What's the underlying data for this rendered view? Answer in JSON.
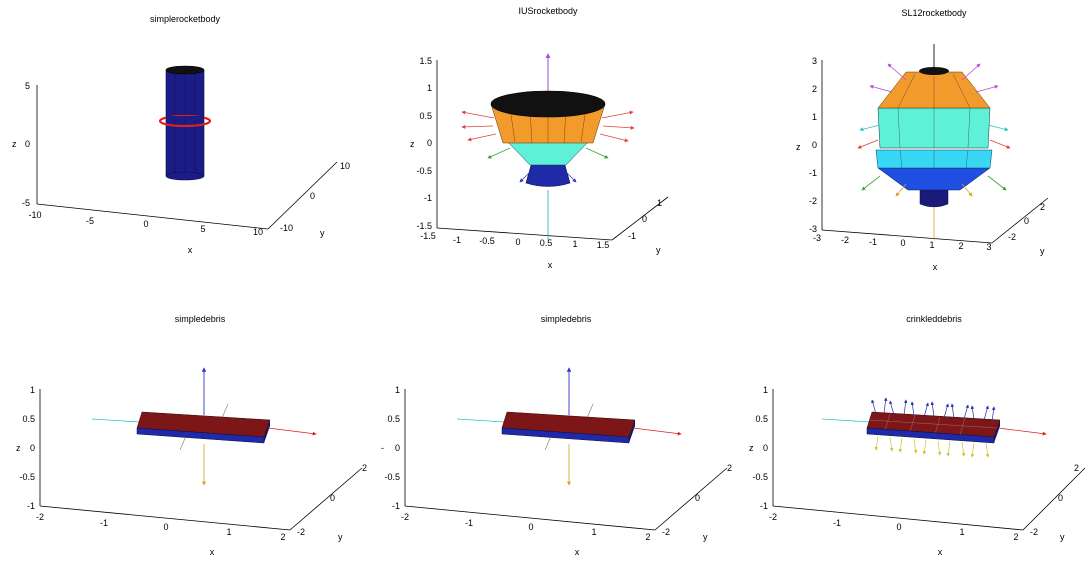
{
  "figure": {
    "panels": [
      {
        "title": "simplerocketbody",
        "xlabel": "x",
        "ylabel": "y",
        "zlabel": "z",
        "zticks": [
          "5",
          "0",
          "-5"
        ],
        "xticks": [
          "-10",
          "-5",
          "0",
          "5",
          "10"
        ],
        "yticks": [
          "-10",
          "0",
          "10"
        ]
      },
      {
        "title": "IUSrocketbody",
        "xlabel": "x",
        "ylabel": "y",
        "zlabel": "z",
        "zticks": [
          "1.5",
          "1",
          "0.5",
          "0",
          "-0.5",
          "-1",
          "-1.5"
        ],
        "xticks": [
          "-1.5",
          "-1",
          "-0.5",
          "0",
          "0.5",
          "1",
          "1.5"
        ],
        "yticks": [
          "-1",
          "0",
          "1"
        ]
      },
      {
        "title": "SL12rocketbody",
        "xlabel": "x",
        "ylabel": "y",
        "zlabel": "z",
        "zticks": [
          "3",
          "2",
          "1",
          "0",
          "-1",
          "-2",
          "-3"
        ],
        "xticks": [
          "-3",
          "-2",
          "-1",
          "0",
          "1",
          "2",
          "3"
        ],
        "yticks": [
          "-2",
          "0",
          "2"
        ]
      },
      {
        "title": "simpledebris",
        "xlabel": "x",
        "ylabel": "y",
        "zlabel": "z",
        "zticks": [
          "1",
          "0.5",
          "0",
          "-0.5",
          "-1"
        ],
        "xticks": [
          "-2",
          "-1",
          "0",
          "1",
          "2"
        ],
        "yticks": [
          "-2",
          "0",
          "2"
        ]
      },
      {
        "title": "simpledebris",
        "xlabel": "x",
        "ylabel": "y",
        "zlabel": "-",
        "zticks": [
          "1",
          "0.5",
          "0",
          "-0.5",
          "-1"
        ],
        "xticks": [
          "-2",
          "-1",
          "0",
          "1",
          "2"
        ],
        "yticks": [
          "-2",
          "0",
          "2"
        ]
      },
      {
        "title": "crinkleddebris",
        "xlabel": "x",
        "ylabel": "y",
        "zlabel": "z",
        "zticks": [
          "1",
          "0.5",
          "0",
          "-0.5",
          "-1"
        ],
        "xticks": [
          "-2",
          "-1",
          "0",
          "1",
          "2"
        ],
        "yticks": [
          "-2",
          "0",
          "2"
        ]
      }
    ],
    "colors": {
      "navy": "#1a1a7a",
      "blue": "#1f2aa8",
      "orange": "#f39a2c",
      "cyan": "#5ff0d8",
      "aqua": "#38d8f4",
      "maroon": "#7d1717",
      "red": "#dd2020",
      "black": "#111111"
    }
  }
}
